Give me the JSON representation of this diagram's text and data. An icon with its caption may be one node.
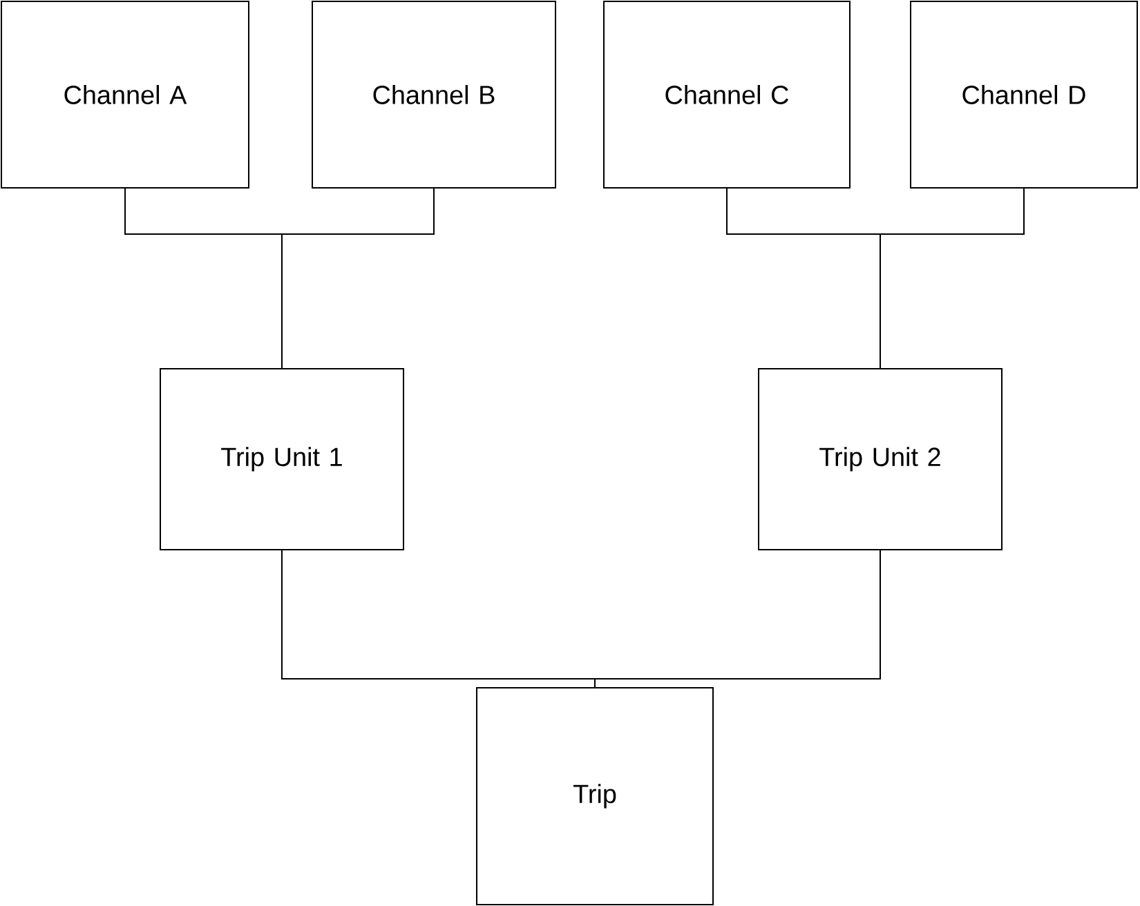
{
  "diagram": {
    "nodes": [
      {
        "text": [
          "Channel A"
        ]
      },
      {
        "text": [
          "Channel B"
        ]
      },
      {
        "text": [
          "Channel C"
        ]
      },
      {
        "text": [
          "Channel D"
        ]
      },
      {
        "text": [
          "Trip Unit 1"
        ]
      },
      {
        "text": [
          "Trip Unit 2"
        ]
      },
      {
        "text": [
          "Trip"
        ]
      }
    ],
    "edges": [
      {
        "from": 0,
        "to": 4,
        "arrow": "none"
      },
      {
        "from": 1,
        "to": 4,
        "arrow": "none"
      },
      {
        "from": 2,
        "to": 5,
        "arrow": "none"
      },
      {
        "from": 3,
        "to": 5,
        "arrow": "none"
      },
      {
        "from": 4,
        "to": 6,
        "arrow": "none"
      },
      {
        "from": 5,
        "to": 6,
        "arrow": "none"
      }
    ]
  }
}
